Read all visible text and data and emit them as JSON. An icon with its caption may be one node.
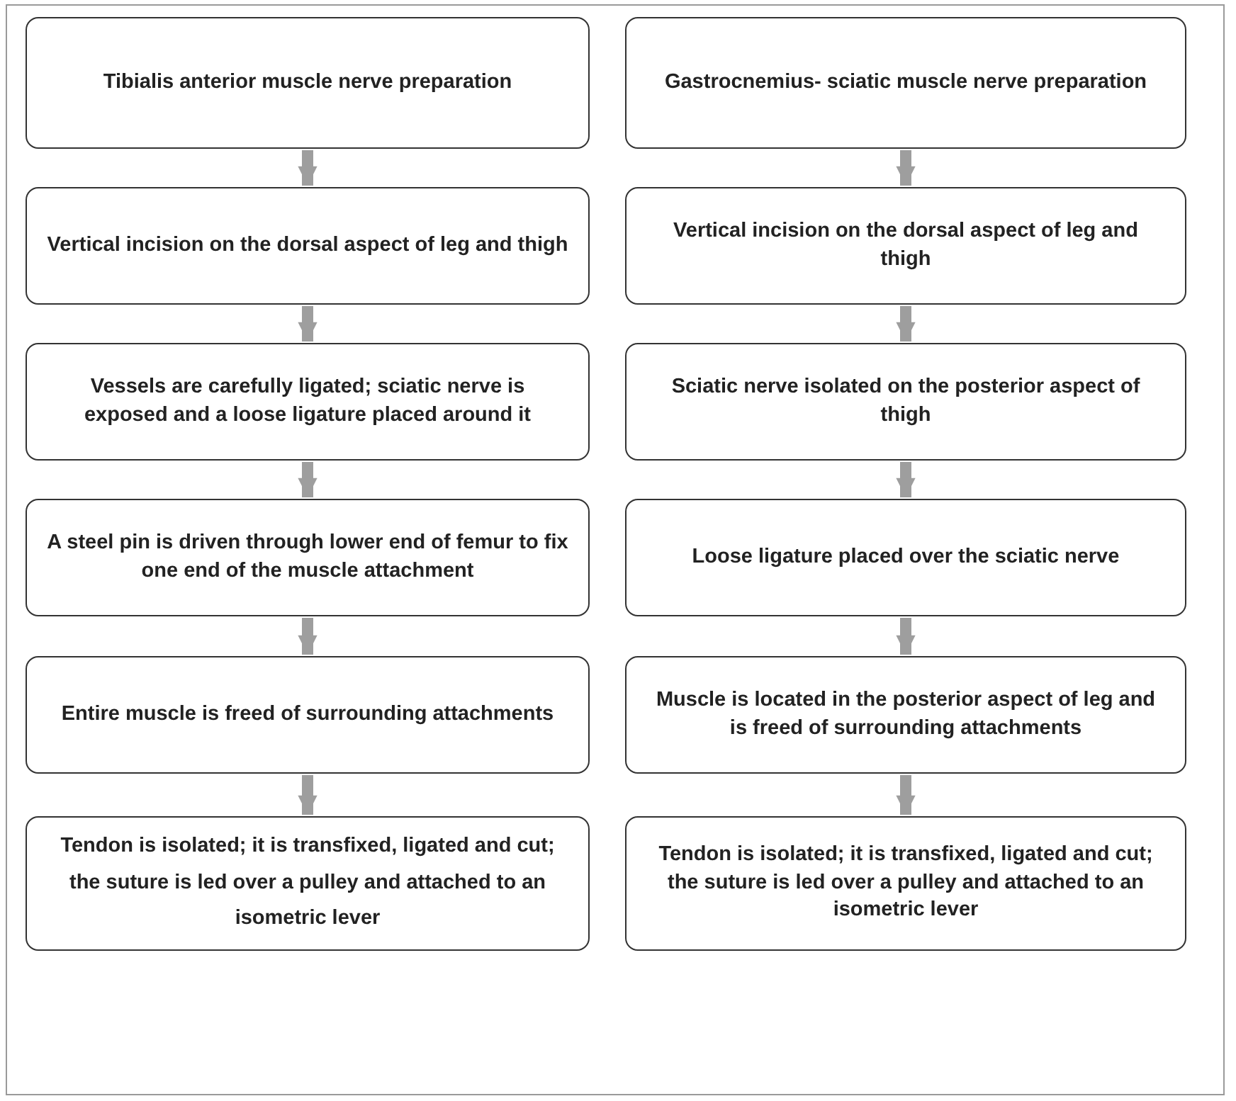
{
  "diagram": {
    "nodes": [
      {
        "text": [
          "Tibialis anterior muscle nerve preparation"
        ]
      },
      {
        "text": [
          "Vertical incision on the dorsal aspect of leg and thigh"
        ]
      },
      {
        "text": [
          "Vessels are carefully ligated; sciatic nerve is exposed and a loose ligature placed around it"
        ]
      },
      {
        "text": [
          "A steel pin is driven through lower end of femur to fix one end of the muscle attachment"
        ]
      },
      {
        "text": [
          "Entire muscle is freed of surrounding attachments"
        ]
      },
      {
        "text": [
          "Tendon is isolated; it is transfixed, ligated and cut; the suture is led over a pulley and attached to an isometric lever"
        ]
      },
      {
        "text": [
          "Gastrocnemius- sciatic muscle nerve preparation"
        ]
      },
      {
        "text": [
          "Vertical incision on the dorsal aspect of leg and thigh"
        ]
      },
      {
        "text": [
          "Sciatic nerve isolated on the posterior aspect of thigh"
        ]
      },
      {
        "text": [
          "Loose ligature placed over the sciatic nerve"
        ]
      },
      {
        "text": [
          "Muscle is located in the posterior aspect of leg and is freed of surrounding attachments"
        ]
      },
      {
        "text": [
          "Tendon is isolated; it is transfixed, ligated and cut; the suture is led over a pulley and attached to an isometric lever"
        ]
      }
    ],
    "edges": [
      {
        "from": 0,
        "to": 1,
        "arrow": "to"
      },
      {
        "from": 1,
        "to": 2,
        "arrow": "to"
      },
      {
        "from": 2,
        "to": 3,
        "arrow": "to"
      },
      {
        "from": 3,
        "to": 4,
        "arrow": "to"
      },
      {
        "from": 4,
        "to": 5,
        "arrow": "to"
      },
      {
        "from": 6,
        "to": 7,
        "arrow": "to"
      },
      {
        "from": 7,
        "to": 8,
        "arrow": "to"
      },
      {
        "from": 8,
        "to": 9,
        "arrow": "to"
      },
      {
        "from": 9,
        "to": 10,
        "arrow": "to"
      },
      {
        "from": 10,
        "to": 11,
        "arrow": "to"
      }
    ]
  }
}
